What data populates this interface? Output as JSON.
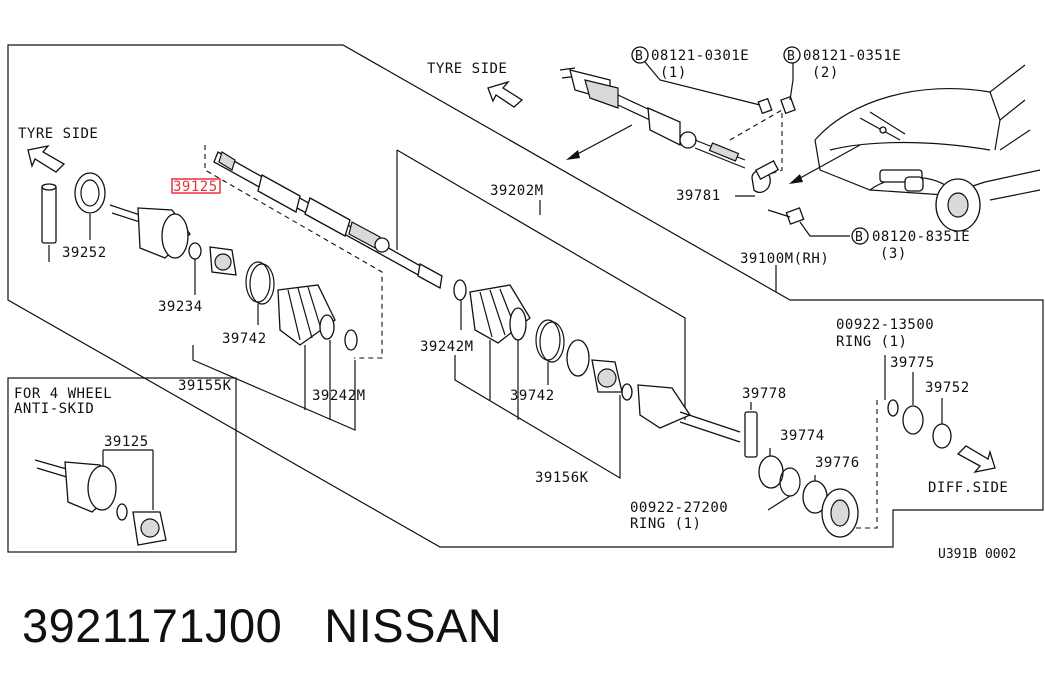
{
  "labels": {
    "tyre_side_top": "TYRE SIDE",
    "tyre_side_left": "TYRE SIDE",
    "diff_side": "DIFF.SIDE",
    "bolt1_code": "08121-0301E",
    "bolt1_qty": "(1)",
    "bolt2_code": "08121-0351E",
    "bolt2_qty": "(2)",
    "bolt3_code": "08120-8351E",
    "bolt3_qty": "(3)",
    "circle_b": "B",
    "p39781": "39781",
    "p39100m": "39100M(RH)",
    "p39202m": "39202M",
    "p39125_hl": "39125",
    "p39252": "39252",
    "p39234": "39234",
    "p39742_left": "39742",
    "p39155k": "39155K",
    "p39242m_left": "39242M",
    "p39242m_right": "39242M",
    "p39742_right": "39742",
    "p39156k": "39156K",
    "ring1_code": "00922-13500",
    "ring1_text": "RING (1)",
    "p39775": "39775",
    "p39752": "39752",
    "p39778": "39778",
    "p39774": "39774",
    "p39776": "39776",
    "ring2_code": "00922-27200",
    "ring2_text": "RING (1)",
    "inset_title_1": "FOR 4 WHEEL",
    "inset_title_2": "ANTI-SKID",
    "inset_part": "39125",
    "figure_code": "U391B 0002"
  },
  "caption": {
    "part_number": "3921171J00",
    "brand": "NISSAN"
  },
  "colors": {
    "highlight": "#e8333b"
  }
}
